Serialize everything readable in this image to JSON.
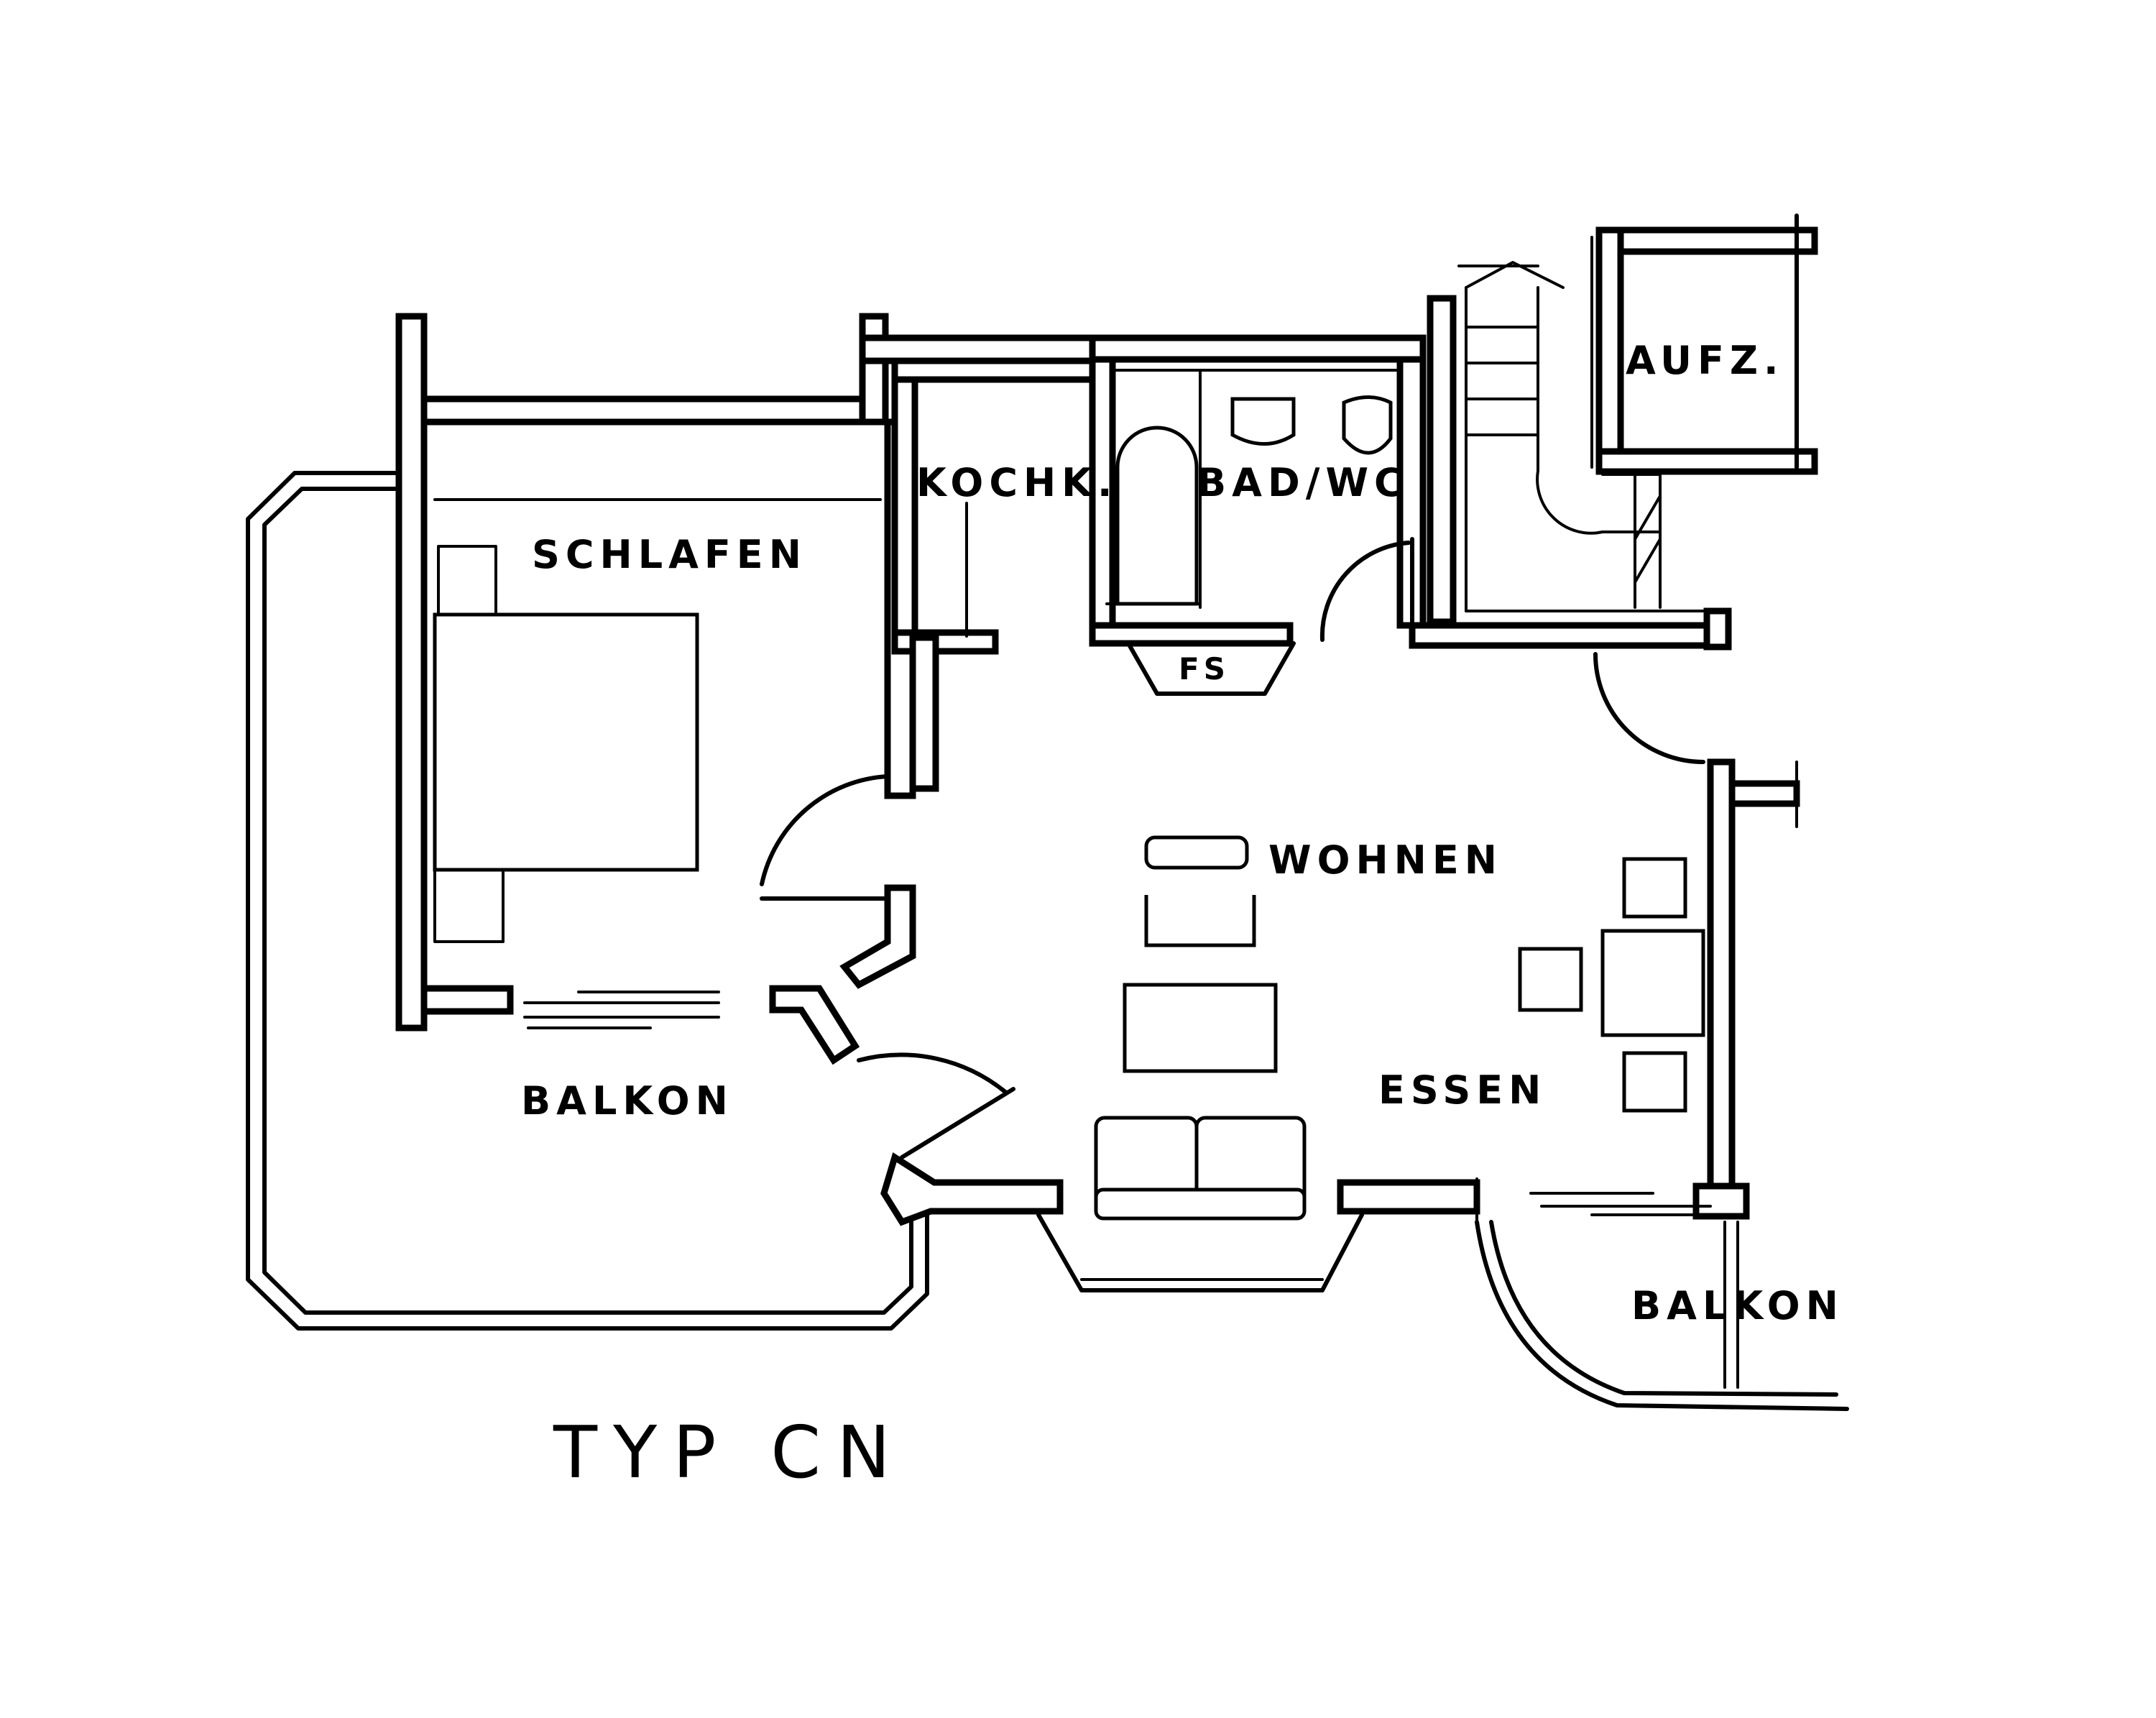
{
  "plan": {
    "title": "TYP CN",
    "rooms": {
      "schlafen": "SCHLAFEN",
      "kochk": "KOCHK.",
      "bad_wc": "BAD/WC",
      "aufz": "AUFZ.",
      "fs": "FS",
      "wohnen": "WOHNEN",
      "essen": "ESSEN",
      "balkon_left": "BALKON",
      "balkon_right": "BALKON"
    }
  }
}
